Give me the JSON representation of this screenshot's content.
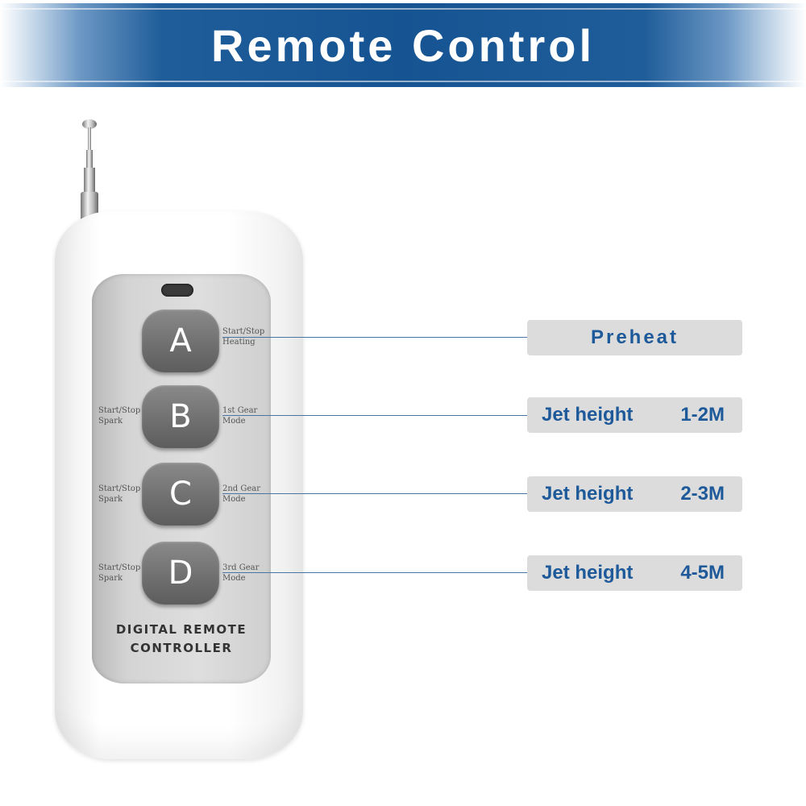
{
  "header": {
    "title": "Remote Control"
  },
  "remote": {
    "brand_line1": "DIGITAL REMOTE",
    "brand_line2": "CONTROLLER",
    "buttons": [
      {
        "key": "A",
        "right_label": [
          "Start/Stop",
          "Heating"
        ],
        "left_label": []
      },
      {
        "key": "B",
        "right_label": [
          "1st Gear",
          "Mode"
        ],
        "left_label": [
          "Start/Stop",
          "Spark"
        ]
      },
      {
        "key": "C",
        "right_label": [
          "2nd Gear",
          "Mode"
        ],
        "left_label": [
          "Start/Stop",
          "Spark"
        ]
      },
      {
        "key": "D",
        "right_label": [
          "3rd Gear",
          "Mode"
        ],
        "left_label": [
          "Start/Stop",
          "Spark"
        ]
      }
    ]
  },
  "callouts": [
    {
      "text": "Preheat"
    },
    {
      "label": "Jet height",
      "value": "1-2M"
    },
    {
      "label": "Jet height",
      "value": "2-3M"
    },
    {
      "label": "Jet height",
      "value": "4-5M"
    }
  ],
  "colors": {
    "banner": "#155392",
    "callout_text": "#1e5a9a",
    "callout_bg": "#dcdcdc",
    "key": "#6e6e6e"
  }
}
